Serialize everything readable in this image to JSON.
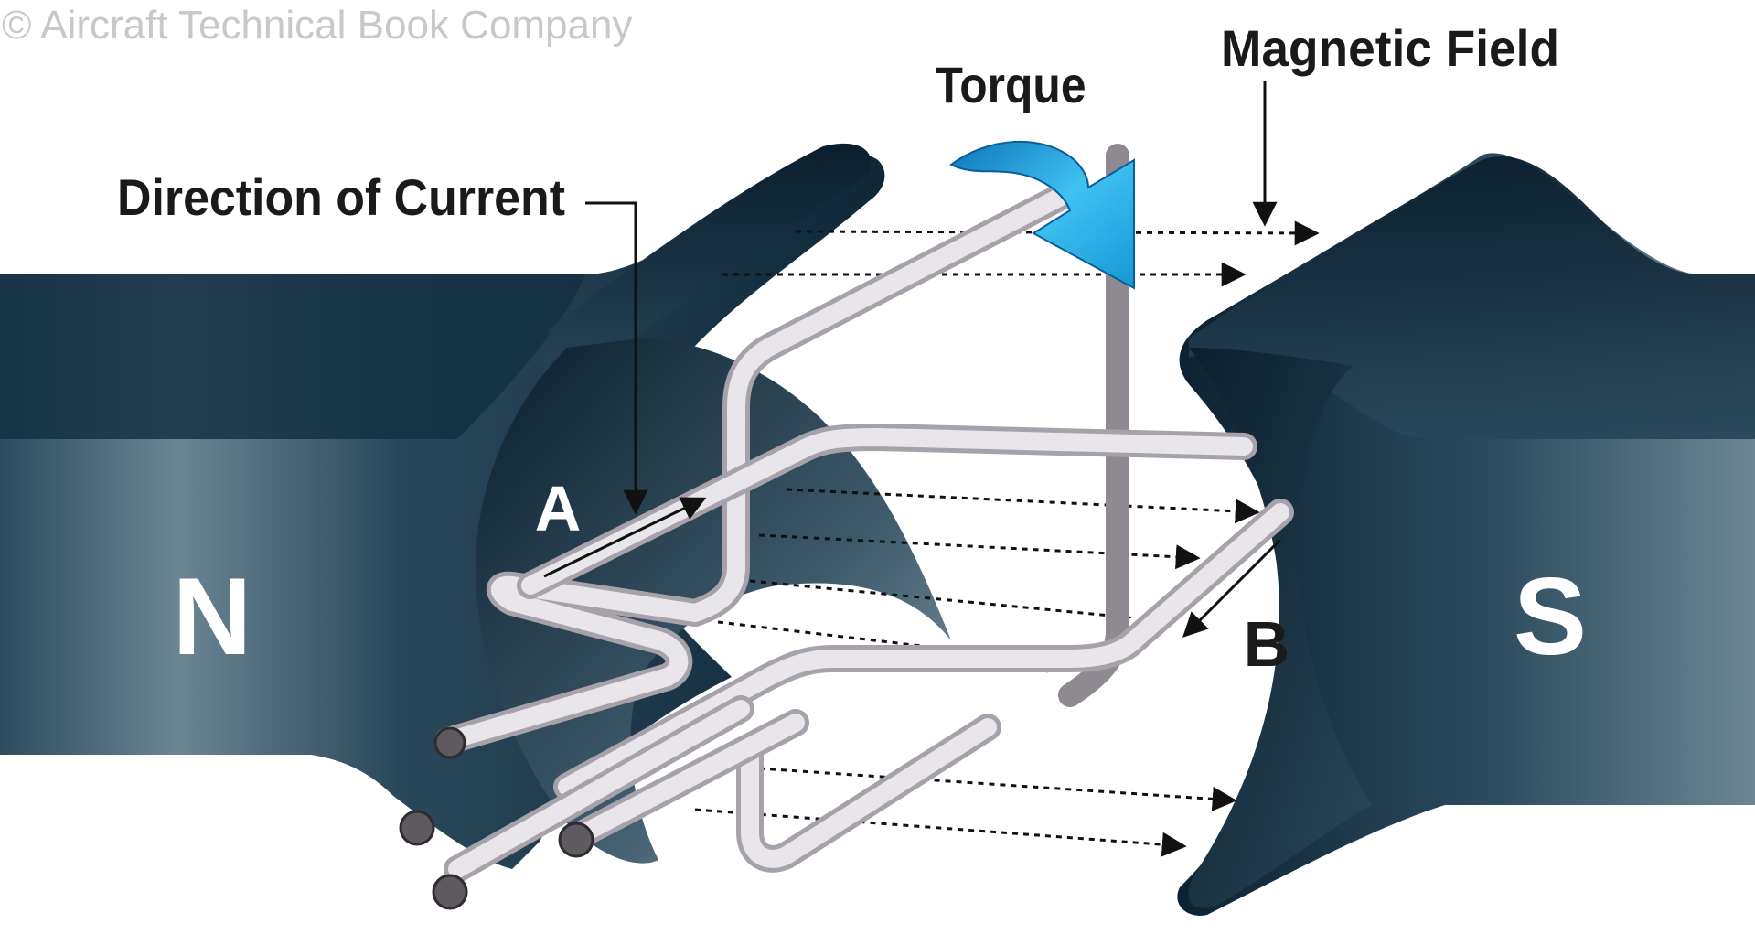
{
  "copyright": "© Aircraft Technical Book Company",
  "labels": {
    "torque": "Torque",
    "magnetic_field": "Magnetic Field",
    "direction_of_current": "Direction of Current",
    "point_a": "A",
    "point_b": "B",
    "north_pole": "N",
    "south_pole": "S"
  },
  "colors": {
    "magnet_dark": "#0b2233",
    "magnet_mid": "#2a4a5e",
    "magnet_light": "#6f8896",
    "wire_light": "#e6e4e8",
    "wire_shadow": "#9e9aa0",
    "torque_arrow": "#1aa7e6",
    "text": "#1a1a1a",
    "pole_letter": "#ffffff",
    "copyright_text": "#c8c8c8"
  }
}
